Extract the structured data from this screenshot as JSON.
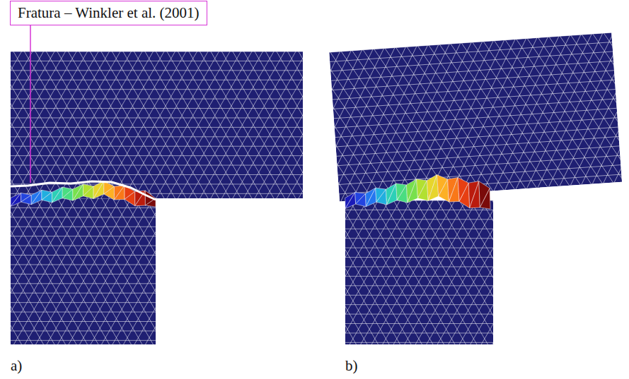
{
  "diagram": {
    "nodes": [
      {
        "text": [
          "Fratura – Winkler et al. (2001)"
        ]
      }
    ],
    "labels": [
      "a)",
      "b)"
    ]
  }
}
